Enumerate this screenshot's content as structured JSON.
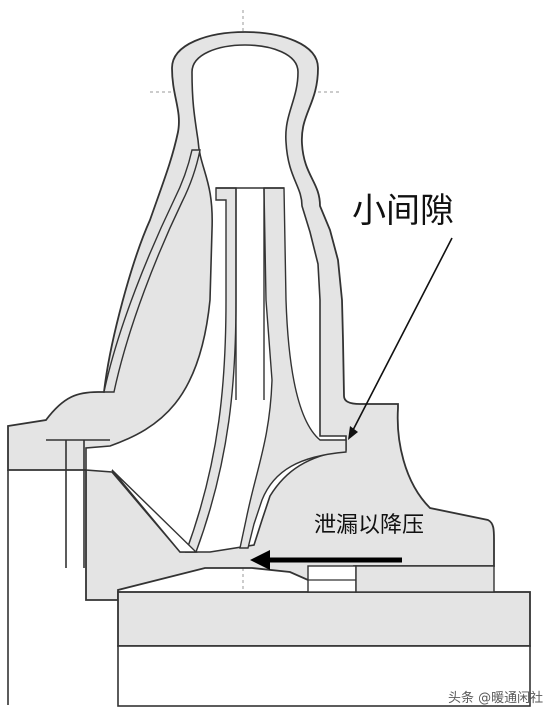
{
  "labels": {
    "small_gap": "小间隙",
    "leak_depressurize": "泄漏以降压"
  },
  "watermark": "头条 @暖通闲社",
  "colors": {
    "outline": "#333333",
    "fill": "#e4e4e4",
    "background": "#ffffff",
    "centerline": "#9a9a9a",
    "arrow": "#000000",
    "text": "#111111"
  }
}
